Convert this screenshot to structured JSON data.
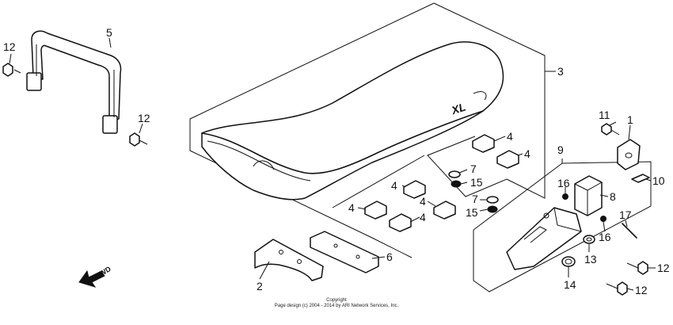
{
  "callouts": {
    "c1": "1",
    "c2": "2",
    "c3": "3",
    "c4a": "4",
    "c4b": "4",
    "c4c": "4",
    "c4d": "4",
    "c4e": "4",
    "c4f": "4",
    "c5": "5",
    "c6": "6",
    "c7a": "7",
    "c7b": "7",
    "c8": "8",
    "c9": "9",
    "c10": "10",
    "c11": "11",
    "c12a": "12",
    "c12b": "12",
    "c12c": "12",
    "c12d": "12",
    "c13": "13",
    "c14": "14",
    "c15a": "15",
    "c15b": "15",
    "c16a": "16",
    "c16b": "16",
    "c17": "17"
  },
  "seat_emblem": "XL",
  "fwd_label": "FWD",
  "copyright": {
    "line1": "Copyright",
    "line2": "Page design (c) 2004 - 2014 by ARI Network Services, Inc."
  }
}
